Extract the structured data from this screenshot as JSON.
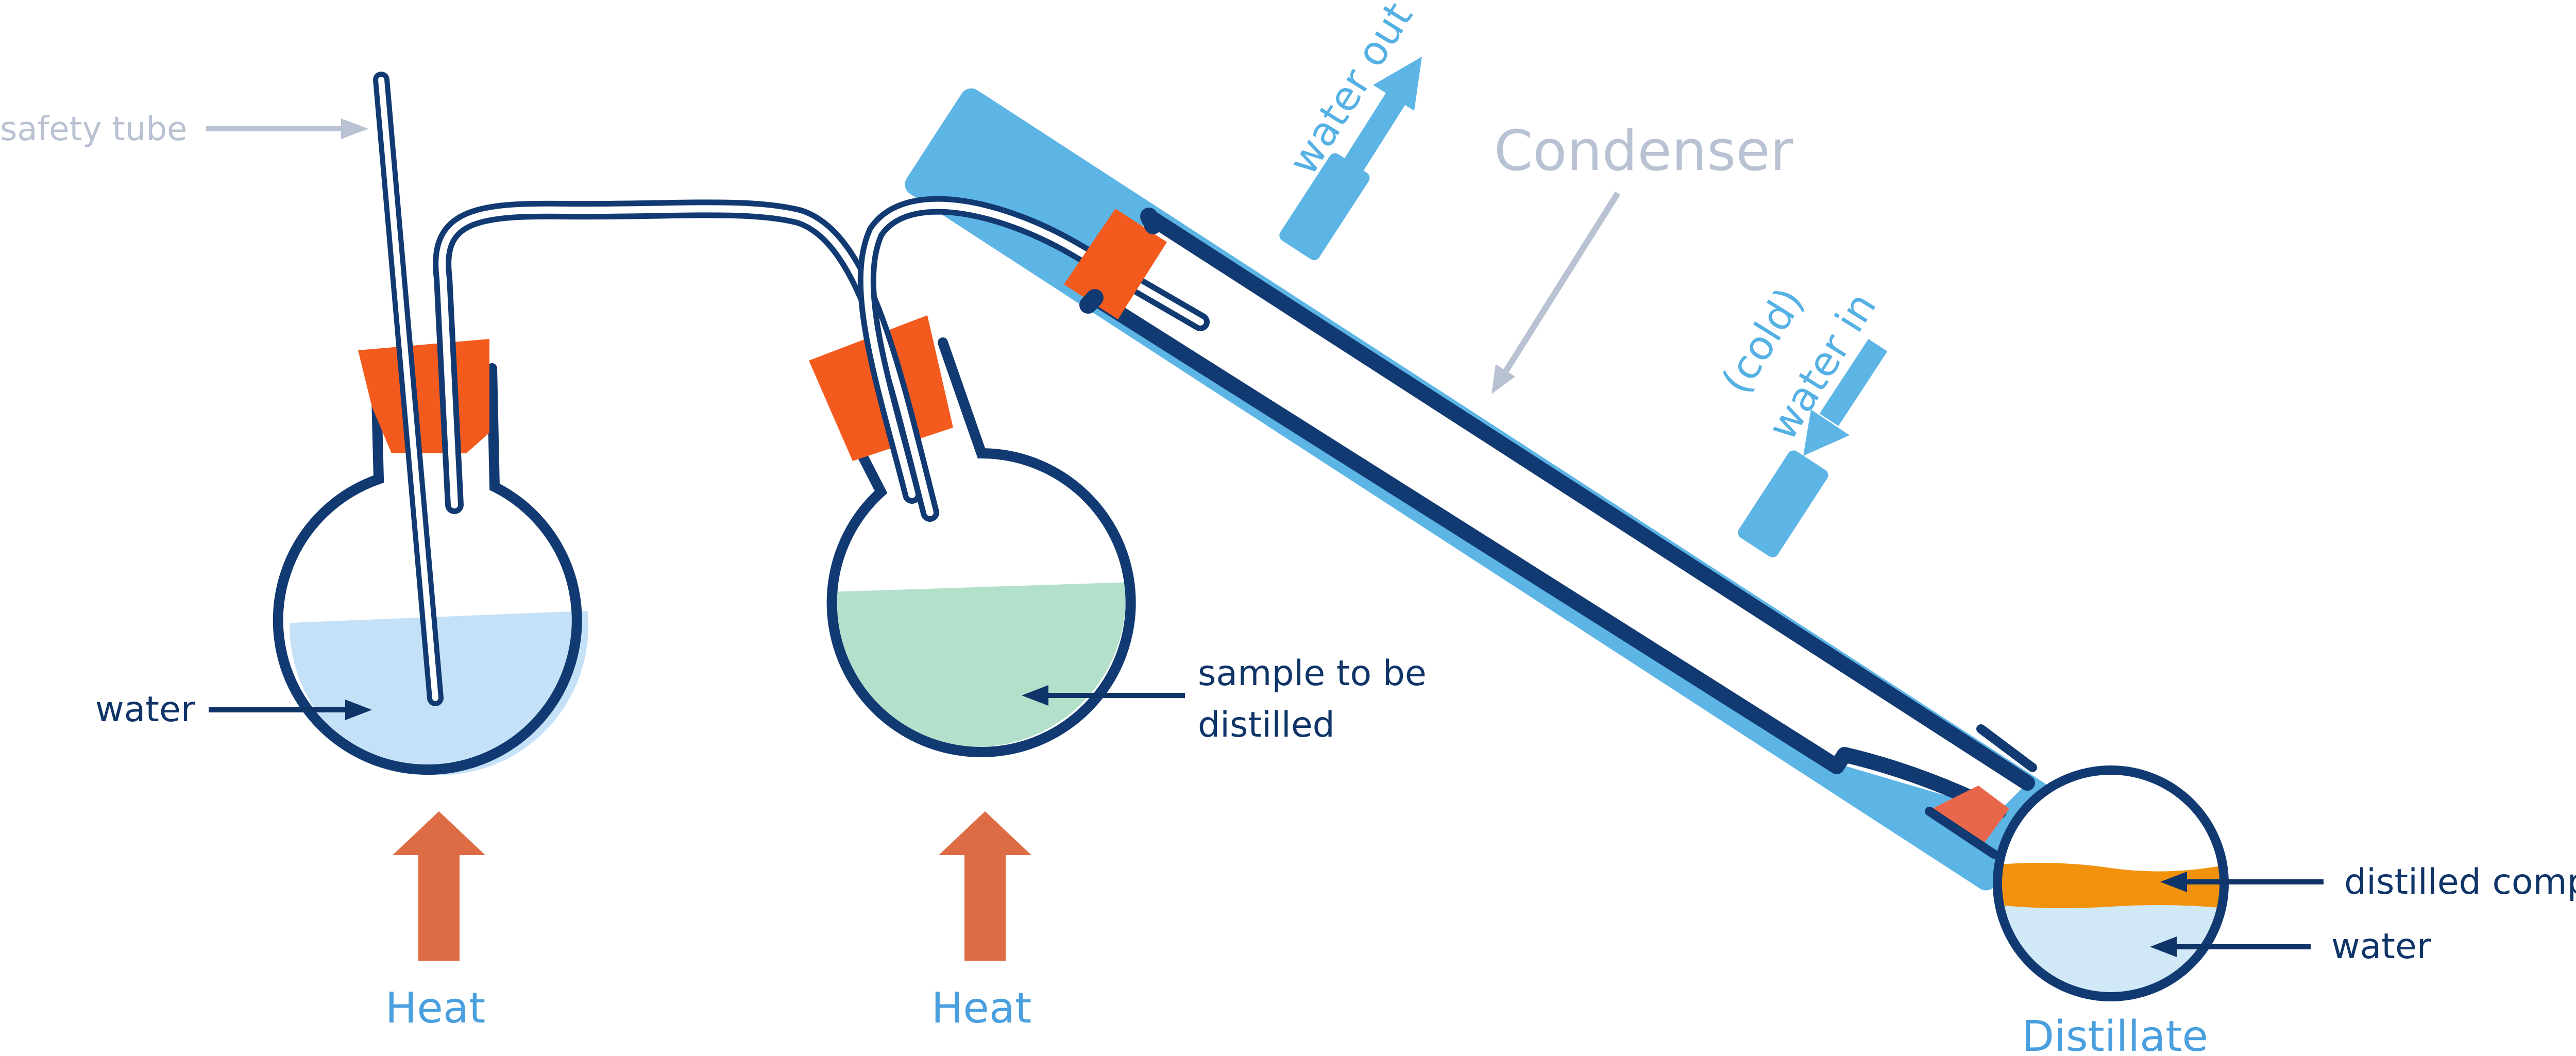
{
  "labels": {
    "safety_tube": "safety tube",
    "water_left": "water",
    "heat_left": "Heat",
    "sample_line1": "sample to be",
    "sample_line2": "distilled",
    "heat_middle": "Heat",
    "water_out": "water out",
    "condenser": "Condenser",
    "cold": "(cold)",
    "water_in": "water in",
    "distilled_compound": "distilled compound",
    "water_right": "water",
    "distillate": "Distillate"
  },
  "colors": {
    "glass": "#123a72",
    "stopper": "#f35a1e",
    "condenser_jacket": "#5db5e5",
    "water_fill": "#c5e1f7",
    "sample_fill": "#b3e0cb",
    "distillate_water": "#d1e9f6",
    "compound_layer": "#f2920c",
    "heat_arrow": "#dd6c45",
    "gray_label": "#b8c2d2",
    "blue_label": "#4a9fde"
  }
}
